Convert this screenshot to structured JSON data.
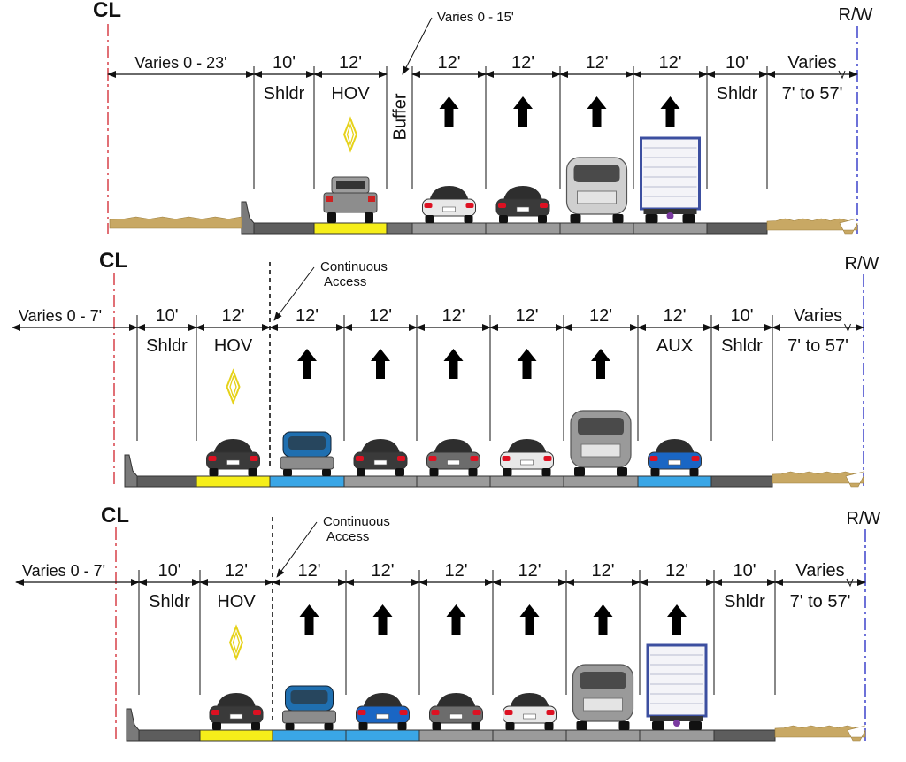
{
  "colors": {
    "centerline": "#d4343c",
    "row": "#2f35c8",
    "pavement_shoulder": "#5d5d5d",
    "pavement_lane": "#9b9b9b",
    "hov_lane": "#f6ee1a",
    "aux_lane": "#3aa6e6",
    "buffer": "#707070",
    "ground": "#c8a864",
    "diamond": "#e6d21a"
  },
  "icons": {
    "lane_arrow": "up-arrow-icon",
    "hov_marker": "diamond-icon",
    "vehicles": [
      "pickup-icon",
      "sedan-rear-icon",
      "rv-rear-icon",
      "box-truck-icon",
      "suv-rear-icon"
    ]
  },
  "sections": [
    {
      "centerline_label": "CL",
      "row_label": "R/W",
      "callout": "Varies 0 - 15'",
      "left_dim": "Varies 0 - 23'",
      "right_dim_top": "Varies",
      "right_dim_bottom": "7' to 57'",
      "lanes": [
        {
          "width": "10'",
          "name": "Shldr",
          "type": "shoulder"
        },
        {
          "width": "12'",
          "name": "HOV",
          "type": "hov"
        },
        {
          "width": "",
          "name": "Buffer",
          "type": "buffer"
        },
        {
          "width": "12'",
          "name": "",
          "type": "general"
        },
        {
          "width": "12'",
          "name": "",
          "type": "general"
        },
        {
          "width": "12'",
          "name": "",
          "type": "general"
        },
        {
          "width": "12'",
          "name": "",
          "type": "general"
        },
        {
          "width": "10'",
          "name": "Shldr",
          "type": "shoulder"
        }
      ]
    },
    {
      "centerline_label": "CL",
      "row_label": "R/W",
      "callout": "Continuous Access",
      "left_dim": "Varies 0 - 7'",
      "right_dim_top": "Varies",
      "right_dim_bottom": "7' to 57'",
      "lanes": [
        {
          "width": "10'",
          "name": "Shldr",
          "type": "shoulder"
        },
        {
          "width": "12'",
          "name": "HOV",
          "type": "hov"
        },
        {
          "width": "12'",
          "name": "",
          "type": "general"
        },
        {
          "width": "12'",
          "name": "",
          "type": "general"
        },
        {
          "width": "12'",
          "name": "",
          "type": "general"
        },
        {
          "width": "12'",
          "name": "",
          "type": "general"
        },
        {
          "width": "12'",
          "name": "",
          "type": "general"
        },
        {
          "width": "12'",
          "name": "AUX",
          "type": "aux"
        },
        {
          "width": "10'",
          "name": "Shldr",
          "type": "shoulder"
        }
      ]
    },
    {
      "centerline_label": "CL",
      "row_label": "R/W",
      "callout": "Continuous Access",
      "left_dim": "Varies 0 - 7'",
      "right_dim_top": "Varies",
      "right_dim_bottom": "7' to 57'",
      "lanes": [
        {
          "width": "10'",
          "name": "Shldr",
          "type": "shoulder"
        },
        {
          "width": "12'",
          "name": "HOV",
          "type": "hov"
        },
        {
          "width": "12'",
          "name": "",
          "type": "general"
        },
        {
          "width": "12'",
          "name": "",
          "type": "general"
        },
        {
          "width": "12'",
          "name": "",
          "type": "general"
        },
        {
          "width": "12'",
          "name": "",
          "type": "general"
        },
        {
          "width": "12'",
          "name": "",
          "type": "general"
        },
        {
          "width": "12'",
          "name": "",
          "type": "general"
        },
        {
          "width": "10'",
          "name": "Shldr",
          "type": "shoulder"
        }
      ]
    }
  ]
}
